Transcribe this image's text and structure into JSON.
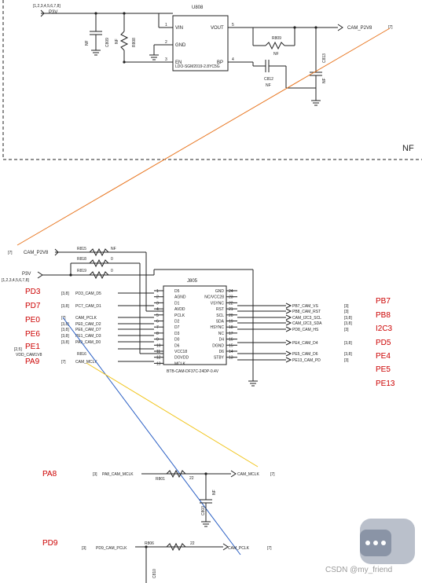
{
  "top": {
    "p3v_ref": "[1,2,3,4,5,6,7,8]",
    "p3v": "P3V",
    "u808": "U808",
    "u808_part": "LDO-SGM2019-2.8YC5G",
    "pins": {
      "vin": "VIN",
      "gnd": "GND",
      "en": "EN",
      "vout": "VOUT",
      "bp": "BP"
    },
    "pin_nums": {
      "p1": "1",
      "p2": "2",
      "p3": "3",
      "p4": "4",
      "p5": "5"
    },
    "c809": "C809",
    "c809_nf": "NF",
    "r808": "R808",
    "r808_nf": "NF",
    "r809": "R809",
    "r809_nf": "NF",
    "c812": "C812",
    "c812_nf": "NF",
    "c813": "C813",
    "c813_nf": "NF",
    "cam_p2v8": "CAM_P2V8",
    "ref7": "[7]",
    "nf_label": "NF"
  },
  "conn": {
    "cam_p2v8_ref": "[7]",
    "cam_p2v8": "CAM_P2V8",
    "r815": "R815",
    "r815_val": "NF",
    "r818": "R818",
    "r818_val": "0",
    "r819": "R819",
    "r819_val": "0",
    "p3v": "P3V",
    "p3v_ref": "[1,2,3,4,5,6,7,8]",
    "j805": "J805",
    "j805_part": "BTB-CAM-DF37C-24DP-0.4V",
    "left_pins": [
      {
        "num": "1",
        "name": "D5"
      },
      {
        "num": "2",
        "name": "AGND"
      },
      {
        "num": "3",
        "name": "D1"
      },
      {
        "num": "4",
        "name": "AVDD"
      },
      {
        "num": "5",
        "name": "PCLK"
      },
      {
        "num": "6",
        "name": "D2"
      },
      {
        "num": "7",
        "name": "D7"
      },
      {
        "num": "8",
        "name": "D3"
      },
      {
        "num": "9",
        "name": "D0"
      },
      {
        "num": "10",
        "name": "D6"
      },
      {
        "num": "11",
        "name": "VCC18"
      },
      {
        "num": "12",
        "name": "DOVDD"
      },
      {
        "num": "13",
        "name": "MCLK"
      }
    ],
    "right_pins": [
      {
        "num": "24",
        "name": "GND"
      },
      {
        "num": "23",
        "name": "NC/VCC28"
      },
      {
        "num": "22",
        "name": "VSYNC"
      },
      {
        "num": "21",
        "name": "RST"
      },
      {
        "num": "20",
        "name": "SCL"
      },
      {
        "num": "19",
        "name": "SDA"
      },
      {
        "num": "18",
        "name": "HSYNC"
      },
      {
        "num": "17",
        "name": "NC"
      },
      {
        "num": "16",
        "name": "D4"
      },
      {
        "num": "15",
        "name": "DGND"
      },
      {
        "num": "14",
        "name": "D6"
      },
      {
        "num": "13",
        "name": "STBY"
      }
    ],
    "left_nets": [
      {
        "ref": "[3,8]",
        "net": "PD3_CAM_D5"
      },
      {
        "ref": "[3,8]",
        "net": "PC7_CAM_D1"
      },
      {
        "ref": "[7]",
        "net": "CAM_PCLK"
      },
      {
        "ref": "[3,8]",
        "net": "PE0_CAM_D2"
      },
      {
        "ref": "[3,8]",
        "net": "PE6_CAM_D7"
      },
      {
        "ref": "[3,8]",
        "net": "PE1_CAM_D3"
      },
      {
        "ref": "[3,8]",
        "net": "PA9_CAM_D0"
      },
      {
        "ref": "[2,5]",
        "net": "VDD_CAM1V8"
      },
      {
        "ref": "[7]",
        "net": "CAM_MCLK"
      }
    ],
    "r816": "R816",
    "right_nets": [
      {
        "net": "PB7_CAM_VS",
        "ref": "[3]"
      },
      {
        "net": "PB8_CAM_RST",
        "ref": "[3]"
      },
      {
        "net": "CAM_I2C3_SCL",
        "ref": "[3,8]"
      },
      {
        "net": "CAM_I2C3_SDA",
        "ref": "[3,8]"
      },
      {
        "net": "PD8_CAM_HS",
        "ref": "[3]"
      },
      {
        "net": "PE4_CAM_D4",
        "ref": "[3,8]"
      },
      {
        "net": "PE5_CAM_D6",
        "ref": "[3,8]"
      },
      {
        "net": "PE13_CAM_PD",
        "ref": "[3]"
      }
    ]
  },
  "annotations_left": [
    "PD3",
    "PD7",
    "PE0",
    "PE6",
    "PE1",
    "PA9"
  ],
  "annotations_right": [
    "PB7",
    "PB8",
    "I2C3",
    "PD5",
    "PE4",
    "PE5",
    "PE13"
  ],
  "bottom": {
    "pa8": "PA8",
    "pd9": "PD9",
    "mclk_ref_l": "[3]",
    "mclk_net_l": "PA8_CAM_MCLK",
    "r801": "R801",
    "r801_val": "22",
    "c803": "C803",
    "c803_nf": "NF",
    "mclk_net_r": "CAM_MCLK",
    "mclk_ref_r": "[7]",
    "pclk_ref_l": "[3]",
    "pclk_net_l": "PD9_CAM_PCLK",
    "r806": "R806",
    "r806_val": "22",
    "c810": "C810",
    "pclk_net_r": "CAM_PCLK",
    "pclk_ref_r": "[7]"
  },
  "watermark": {
    "text": "CSDN @my_friend",
    "icon": "chat-bubble-icon"
  },
  "colors": {
    "annotation_red": "#cc0000",
    "orange_line": "#e87722",
    "blue_line": "#2a5fc4",
    "yellow_line": "#f0c419"
  }
}
